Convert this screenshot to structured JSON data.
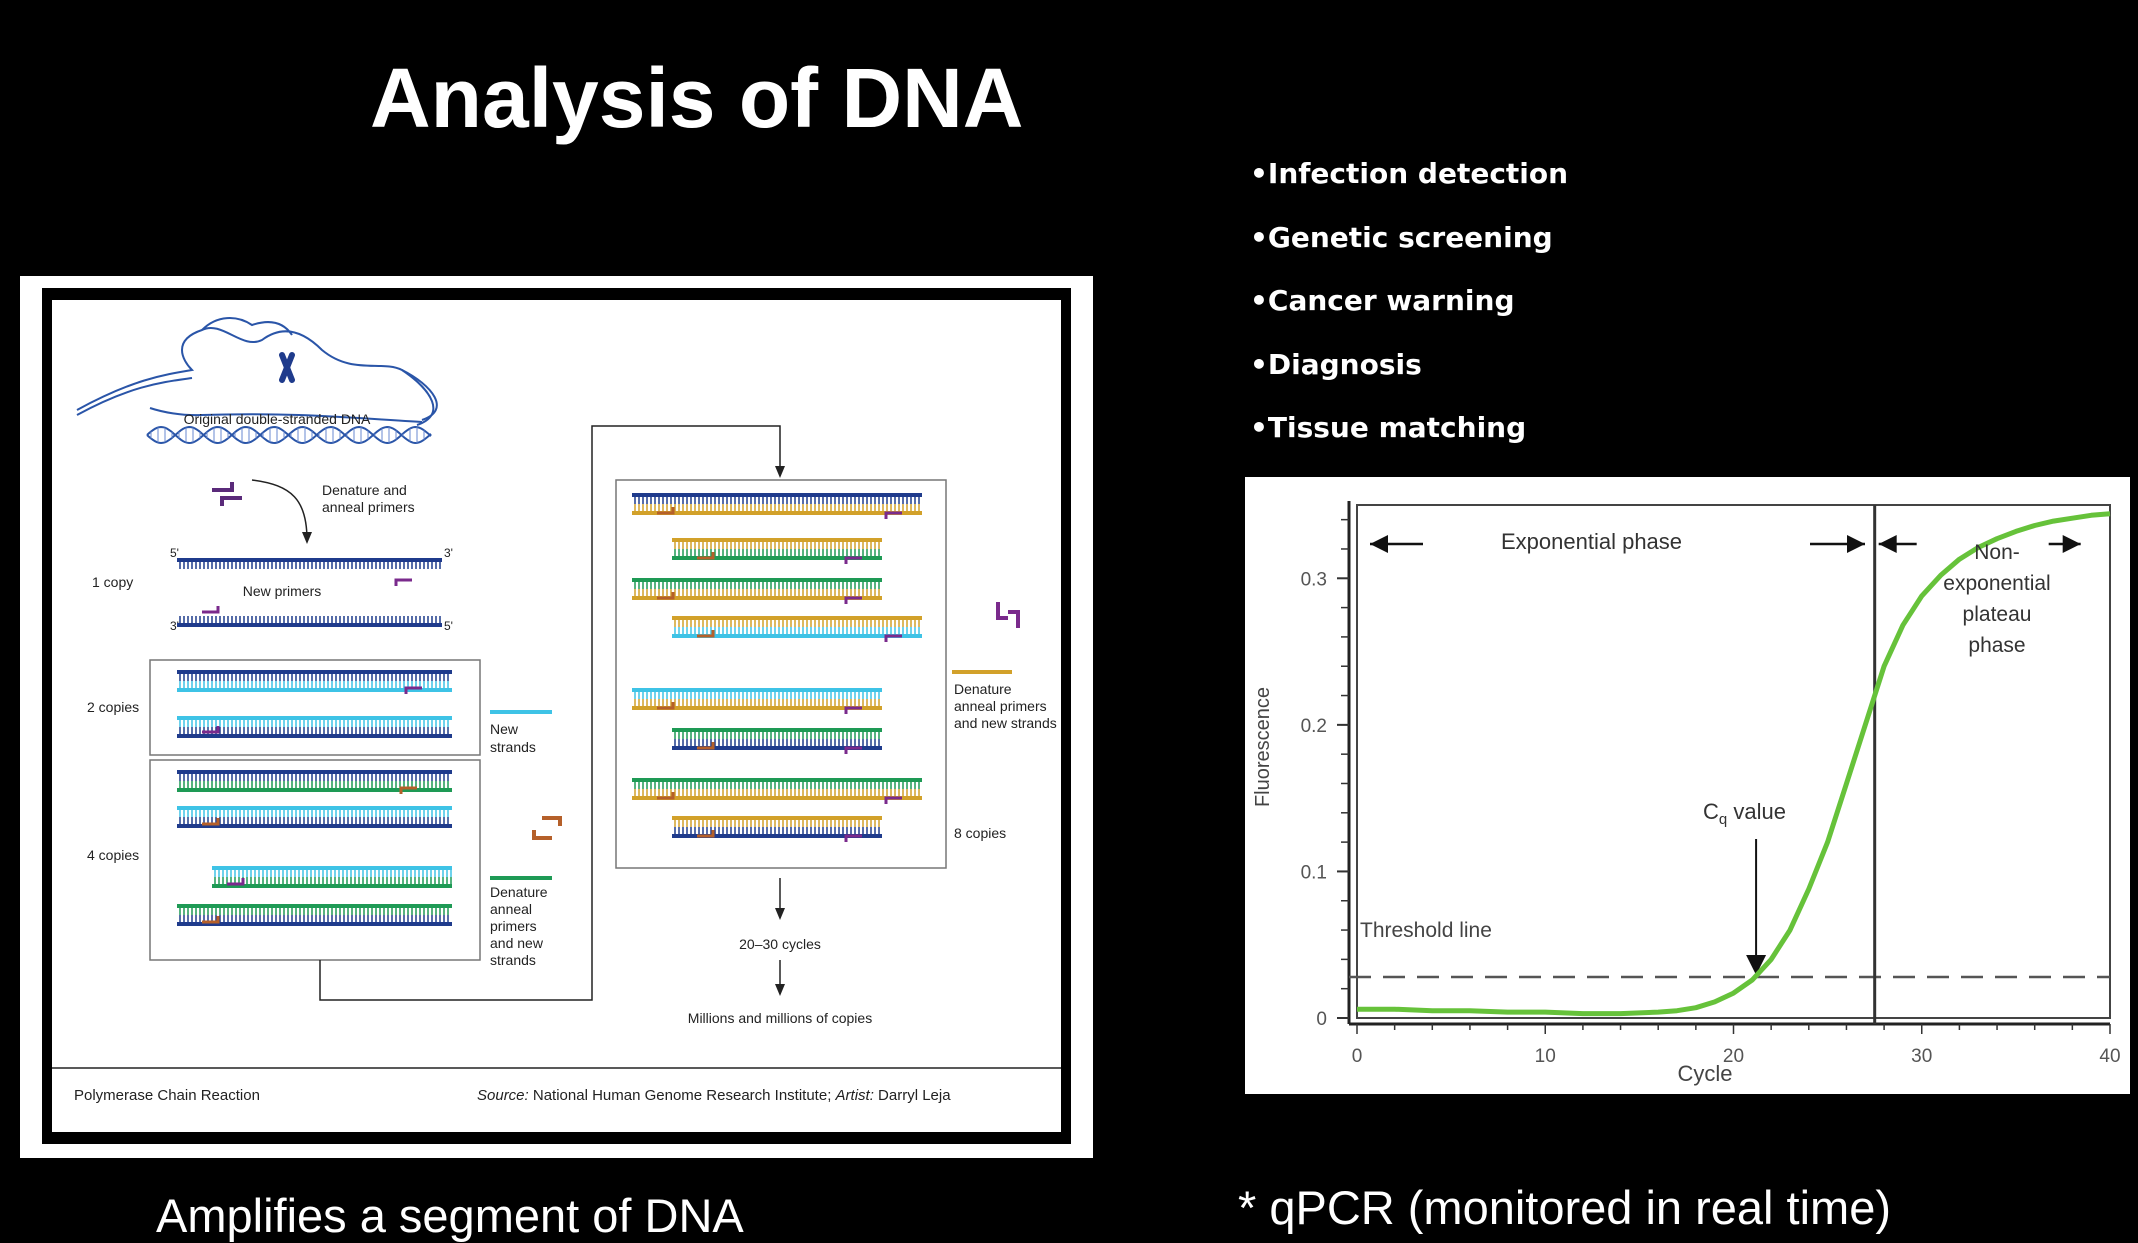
{
  "slide": {
    "title": "Analysis of DNA",
    "bullets": [
      "•Infection detection",
      "•Genetic screening",
      "•Cancer warning",
      "•Diagnosis",
      "•Tissue matching"
    ],
    "caption_left": "Amplifies a segment of DNA",
    "caption_right": "* qPCR (monitored in real time)"
  },
  "pcr_diagram": {
    "original_dna_label": "Original double-stranded DNA",
    "denature_label_1": "Denature and",
    "denature_label_2": "anneal primers",
    "five_prime": "5'",
    "three_prime": "3'",
    "one_copy": "1 copy",
    "new_primers": "New primers",
    "two_copies": "2 copies",
    "new_strands_1": "New",
    "new_strands_2": "strands",
    "four_copies": "4 copies",
    "denature_mid": [
      "Denature",
      "anneal",
      "primers",
      "and new",
      "strands"
    ],
    "denature_right": [
      "Denature",
      "anneal primers",
      "and new strands"
    ],
    "eight_copies": "8 copies",
    "cycles": "20–30 cycles",
    "millions": "Millions and millions of copies",
    "footer_left": "Polymerase Chain Reaction",
    "source_label": "Source:",
    "source_text": "National Human Genome Research Institute;",
    "artist_label": "Artist:",
    "artist_text": "Darryl Leja",
    "colors": {
      "dark_strand": "#1f3b8c",
      "new_strand": "#3ec3e6",
      "green_strand": "#1e9a55",
      "gold_strand": "#d2a12a",
      "primer_purple": "#7a2a8c",
      "primer_orange": "#b5602a"
    }
  },
  "chart_data": {
    "type": "line",
    "xlabel": "Cycle",
    "ylabel": "Fluorescence",
    "xlim": [
      0,
      40
    ],
    "ylim": [
      0,
      0.35
    ],
    "x_ticks": [
      0,
      10,
      20,
      30,
      40
    ],
    "y_ticks": [
      0,
      0.1,
      0.2,
      0.3
    ],
    "x_tick_labels": [
      "0",
      "10",
      "20",
      "30",
      "40"
    ],
    "y_tick_labels": [
      "0",
      "0.1",
      "0.2",
      "0.3"
    ],
    "threshold": 0.028,
    "threshold_label": "Threshold line",
    "cq_cycle": 21.2,
    "cq_label": "C",
    "cq_sub": "q",
    "cq_suffix": " value",
    "phase_boundary": 27.5,
    "exponential_label": "Exponential phase",
    "plateau_label": [
      "Non-",
      "exponential",
      "plateau",
      "phase"
    ],
    "series": [
      {
        "color": "#66c23a",
        "x": [
          0,
          2,
          4,
          6,
          8,
          10,
          12,
          14,
          16,
          17,
          18,
          19,
          20,
          21,
          22,
          23,
          24,
          25,
          26,
          27,
          28,
          29,
          30,
          31,
          32,
          33,
          34,
          35,
          36,
          37,
          38,
          39,
          40
        ],
        "y": [
          0.006,
          0.006,
          0.005,
          0.005,
          0.004,
          0.004,
          0.003,
          0.003,
          0.004,
          0.005,
          0.007,
          0.011,
          0.017,
          0.026,
          0.04,
          0.06,
          0.088,
          0.12,
          0.16,
          0.2,
          0.24,
          0.268,
          0.288,
          0.302,
          0.313,
          0.321,
          0.327,
          0.332,
          0.336,
          0.339,
          0.341,
          0.343,
          0.344
        ]
      }
    ],
    "grid": false
  }
}
